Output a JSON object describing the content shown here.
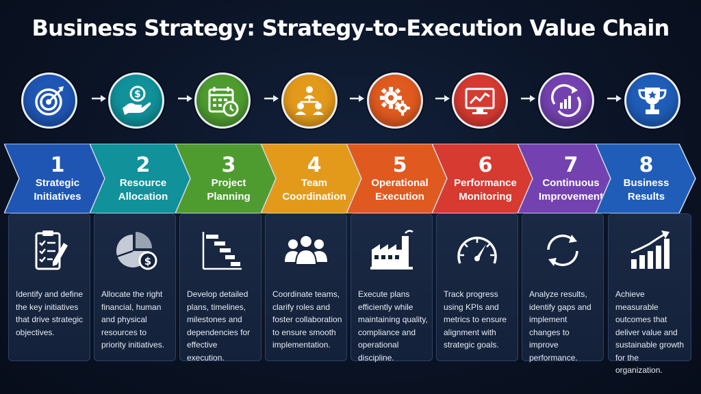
{
  "title": "Business Strategy: Strategy-to-Execution Value Chain",
  "stages": [
    {
      "number": "1",
      "label": "Strategic Initiatives",
      "description": "Identify and define the key initiatives that drive strategic objectives.",
      "color": "#1f56b4",
      "icon": "target-icon",
      "card_icon": "clipboard-checklist-icon"
    },
    {
      "number": "2",
      "label": "Resource Allocation",
      "description": "Allocate the right financial, human and physical resources to priority initiatives.",
      "color": "#11919a",
      "icon": "money-hand-icon",
      "card_icon": "pie-chart-dollar-icon"
    },
    {
      "number": "3",
      "label": "Project Planning",
      "description": "Develop detailed plans, timelines, milestones and dependencies for effective execution.",
      "color": "#4e9c2f",
      "icon": "calendar-clock-icon",
      "card_icon": "gantt-chart-icon"
    },
    {
      "number": "4",
      "label": "Team Coordination",
      "description": "Coordinate teams, clarify roles and foster collaboration to ensure smooth implementation.",
      "color": "#e39a1b",
      "icon": "team-network-icon",
      "card_icon": "people-group-icon"
    },
    {
      "number": "5",
      "label": "Operational Execution",
      "description": "Execute plans efficiently while maintaining quality, compliance and operational discipline.",
      "color": "#e05a1f",
      "icon": "gears-icon",
      "card_icon": "factory-icon"
    },
    {
      "number": "6",
      "label": "Performance Monitoring",
      "description": "Track progress using KPIs and metrics to ensure alignment with strategic goals.",
      "color": "#d63a31",
      "icon": "monitor-chart-icon",
      "card_icon": "speedometer-icon"
    },
    {
      "number": "7",
      "label": "Continuous Improvement",
      "description": "Analyze results, identify gaps and implement changes to improve performance.",
      "color": "#7442b0",
      "icon": "growth-cycle-icon",
      "card_icon": "refresh-cycle-icon"
    },
    {
      "number": "8",
      "label": "Business Results",
      "description": "Achieve measurable outcomes that deliver value and sustainable growth for the organization.",
      "color": "#1f5db8",
      "icon": "trophy-icon",
      "card_icon": "growth-bars-icon"
    }
  ]
}
